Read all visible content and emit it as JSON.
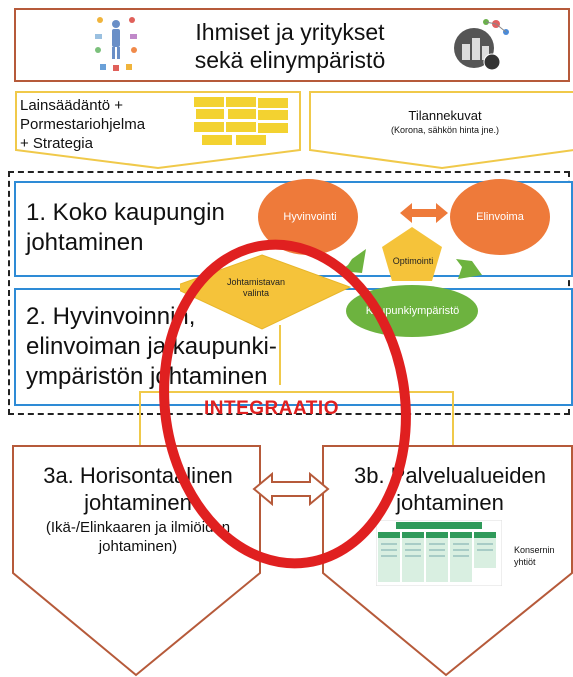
{
  "banner": {
    "title_line1": "Ihmiset ja yritykset",
    "title_line2": "sekä elinympäristö"
  },
  "inputs": {
    "left_line1": "Lainsäädäntö +",
    "left_line2": "Pormestariohjelma",
    "left_line3": "+ Strategia",
    "right_title": "Tilannekuvat",
    "right_sub": "(Korona, sähkön hinta jne.)"
  },
  "levels": {
    "level1_line1": "1. Koko kaupungin",
    "level1_line2": "johtaminen",
    "level2_line1": "2. Hyvinvoinnin,",
    "level2_line2": "elinvoiman ja kaupunki-",
    "level2_line3": "ympäristön johtaminen"
  },
  "ellipses": {
    "hyvinvointi": "Hyvinvointi",
    "elinvoima": "Elinvoima",
    "kaupunkiymparisto": "Kaupunkiympäristö",
    "optimointi": "Optimointi"
  },
  "diamond": {
    "line1": "Johtamistavan",
    "line2": "valinta"
  },
  "integraatio": "INTEGRAATIO",
  "bottom": {
    "left_line1": "3a. Horisontaalinen",
    "left_line2": "johtaminen",
    "left_sub1": "(Ikä-/Elinkaaren ja ilmiöiden",
    "left_sub2": "johtaminen)",
    "right_line1": "3b. Palvelualueiden",
    "right_line2": "johtaminen",
    "konserni_line1": "Konsernin",
    "konserni_line2": "yhtiöt"
  },
  "colors": {
    "banner_border": "#b65a3a",
    "input_border": "#f0c94a",
    "blue_border": "#2e8bd6",
    "orange": "#ee7a3a",
    "green": "#6db33f",
    "yellow": "#f5c33a",
    "red": "#e02020"
  }
}
